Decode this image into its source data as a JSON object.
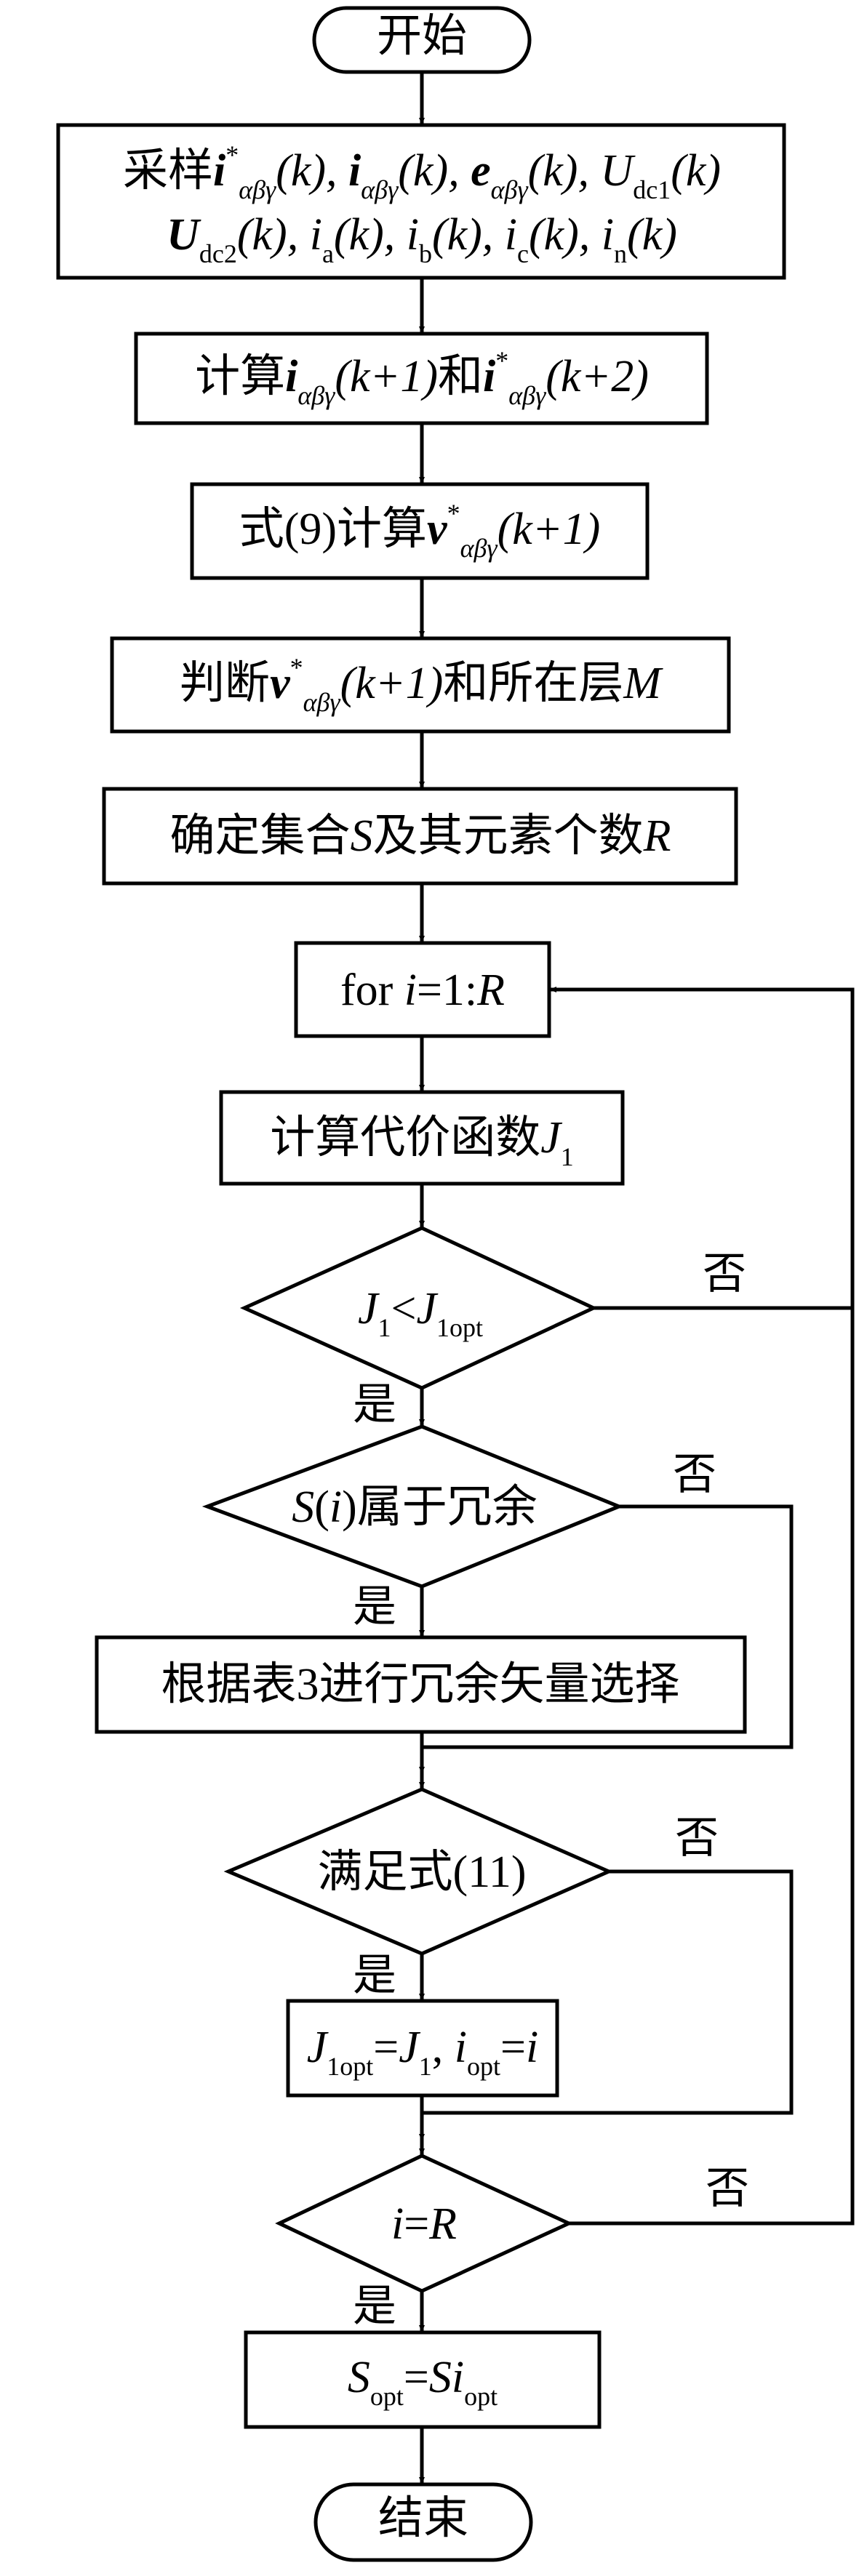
{
  "diagram": {
    "type": "flowchart",
    "nodes": {
      "start": {
        "label": "开始"
      },
      "sample": {
        "line1": {
          "prefix": "采样",
          "i_star": "i",
          "star": "*",
          "sub_abg": "αβγ",
          "k": "(k), ",
          "i": "i",
          "e": "e",
          "U": "U",
          "sub_dc1": "dc1",
          "k_end": "(k)"
        },
        "line2": {
          "U": "U",
          "sub_dc2": "dc2",
          "k": "(k), ",
          "i": "i",
          "sub_a": "a",
          "sub_b": "b",
          "sub_c": "c",
          "sub_n": "n",
          "k_end": "(k)"
        }
      },
      "compute_i": {
        "prefix": "计算",
        "i": "i",
        "sub_abg": "αβγ",
        "k1": "(k+1)",
        "and": "和",
        "star": "*",
        "k2": "(k+2)"
      },
      "eq9": {
        "prefix": "式(9)计算",
        "v": "v",
        "star": "*",
        "sub_abg": "αβγ",
        "k1": "(k+1)"
      },
      "judge": {
        "prefix": "判断",
        "v": "v",
        "star": "*",
        "sub_abg": "αβγ",
        "k1": "(k+1)",
        "suffix": "和所在层",
        "M": "M"
      },
      "set": {
        "prefix": "确定集合",
        "S": "S",
        "mid": "及其元素个数",
        "R": "R"
      },
      "loop": {
        "for": "for ",
        "i": "i",
        "eq": "=1:",
        "R": "R"
      },
      "cost": {
        "prefix": "计算代价函数",
        "J": "J",
        "sub_1": "1"
      },
      "cmp": {
        "J": "J",
        "sub_1": "1",
        "lt": "<",
        "sub_1opt": "1opt"
      },
      "redundant": {
        "S": "S",
        "paren_open": "(",
        "i": "i",
        "paren_close": ")",
        "suffix": "属于冗余"
      },
      "select": {
        "label": "根据表3进行冗余矢量选择"
      },
      "eq11": {
        "label": "满足式(11)"
      },
      "update": {
        "J": "J",
        "sub_1opt": "1opt",
        "eq": "=",
        "sub_1": "1",
        "comma": ", ",
        "i": "i",
        "sub_opt": "opt",
        "eq2": "="
      },
      "end_check": {
        "i": "i",
        "eq": "=",
        "R": "R"
      },
      "output": {
        "S": "S",
        "sub_opt": "opt",
        "eq": "=",
        "i": "i"
      },
      "end": {
        "label": "结束"
      }
    },
    "edge_labels": {
      "yes": "是",
      "no": "否"
    }
  }
}
